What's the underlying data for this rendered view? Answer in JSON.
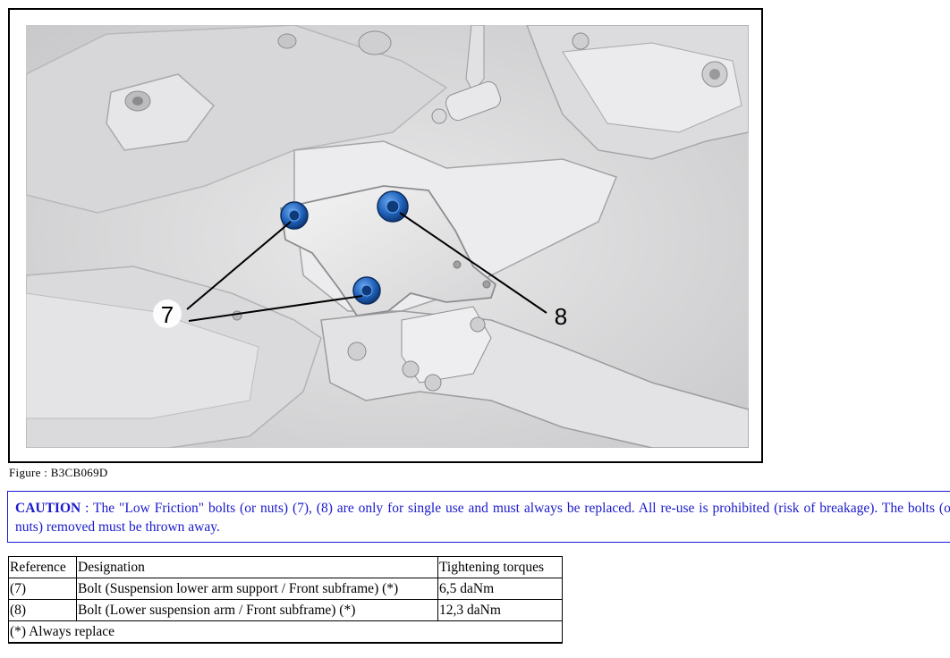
{
  "figure": {
    "callouts": {
      "left": "7",
      "right": "8"
    },
    "caption": "Figure : B3CB069D"
  },
  "caution": {
    "label": "CAUTION",
    "text": " : The \"Low Friction\" bolts (or nuts) (7), (8) are only for single use and must always be replaced. All re-use is prohibited (risk of breakage). The bolts (or nuts) removed must be thrown away."
  },
  "table": {
    "headers": [
      "Reference",
      "Designation",
      "Tightening torques"
    ],
    "rows": [
      {
        "ref": "(7)",
        "designation": "Bolt (Suspension lower arm support / Front subframe) (*)",
        "torque": "6,5 daNm"
      },
      {
        "ref": "(8)",
        "designation": "Bolt (Lower suspension arm / Front subframe) (*)",
        "torque": "12,3 daNm"
      }
    ],
    "footnote": "(*) Always replace"
  },
  "colors": {
    "caution_text": "#1a1acc",
    "caution_border": "#1a1ad6",
    "bolt": "#1e5fb8"
  }
}
